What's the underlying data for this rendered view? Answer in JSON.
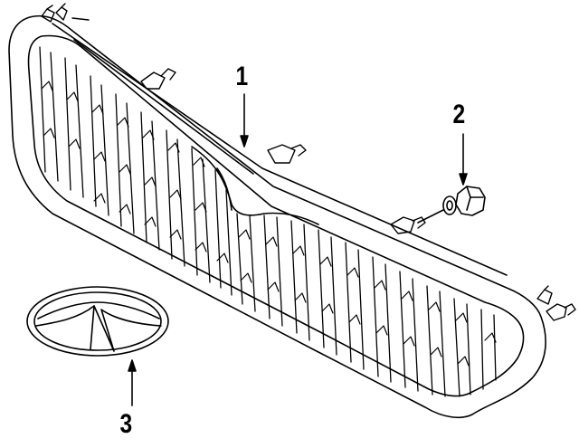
{
  "callouts": [
    {
      "number": "1"
    },
    {
      "number": "2"
    },
    {
      "number": "3"
    }
  ],
  "colors": {
    "line": "#000000",
    "background": "#ffffff"
  }
}
